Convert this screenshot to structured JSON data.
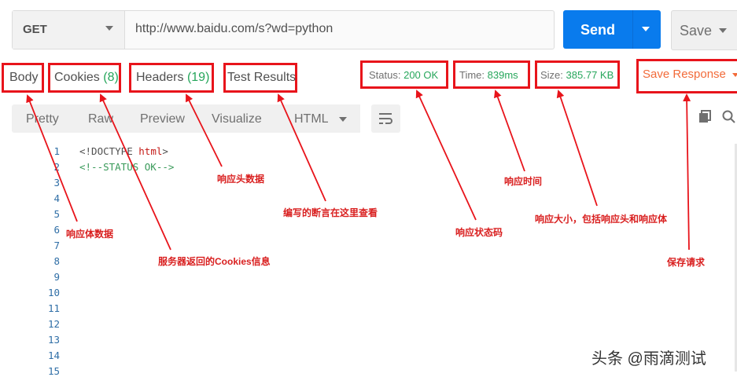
{
  "request": {
    "method": "GET",
    "url": "http://www.baidu.com/s?wd=python",
    "send_label": "Send",
    "save_label": "Save"
  },
  "response_tabs": {
    "body": "Body",
    "cookies": "Cookies",
    "cookies_count": "(8)",
    "headers": "Headers",
    "headers_count": "(19)",
    "test_results": "Test Results"
  },
  "response_meta": {
    "status_label": "Status:",
    "status_value": "200 OK",
    "time_label": "Time:",
    "time_value": "839ms",
    "size_label": "Size:",
    "size_value": "385.77 KB",
    "save_response": "Save Response"
  },
  "view_tabs": [
    "Pretty",
    "Raw",
    "Preview",
    "Visualize"
  ],
  "format_select": "HTML",
  "code_lines": [
    {
      "n": "1",
      "text": ""
    },
    {
      "n": "2",
      "text": ""
    },
    {
      "n": "3",
      "text": ""
    },
    {
      "n": "4",
      "text": ""
    },
    {
      "n": "5",
      "text": ""
    },
    {
      "n": "6",
      "text": ""
    },
    {
      "n": "7",
      "text": ""
    },
    {
      "n": "8",
      "text": ""
    },
    {
      "n": "9",
      "text": ""
    },
    {
      "n": "10",
      "text": ""
    },
    {
      "n": "11",
      "text": ""
    },
    {
      "n": "12",
      "text": ""
    },
    {
      "n": "13",
      "text": ""
    },
    {
      "n": "14",
      "text": ""
    },
    {
      "n": "15",
      "text": ""
    }
  ],
  "code": {
    "doctype_prefix": "<!DOCTYPE ",
    "doctype_keyword": "html",
    "doctype_suffix": ">",
    "comment": "<!--STATUS OK-->"
  },
  "annotations": {
    "body": "响应体数据",
    "cookies": "服务器返回的Cookies信息",
    "headers": "响应头数据",
    "tests": "编写的断言在这里查看",
    "status": "响应状态码",
    "time": "响应时间",
    "size": "响应大小，包括响应头和响应体",
    "save": "保存请求"
  },
  "watermark": "头条 @雨滴测试",
  "colors": {
    "send_blue": "#097bed",
    "status_green": "#26a65b",
    "annotation_red": "#e8141b",
    "save_response_orange": "#f26b3a"
  }
}
